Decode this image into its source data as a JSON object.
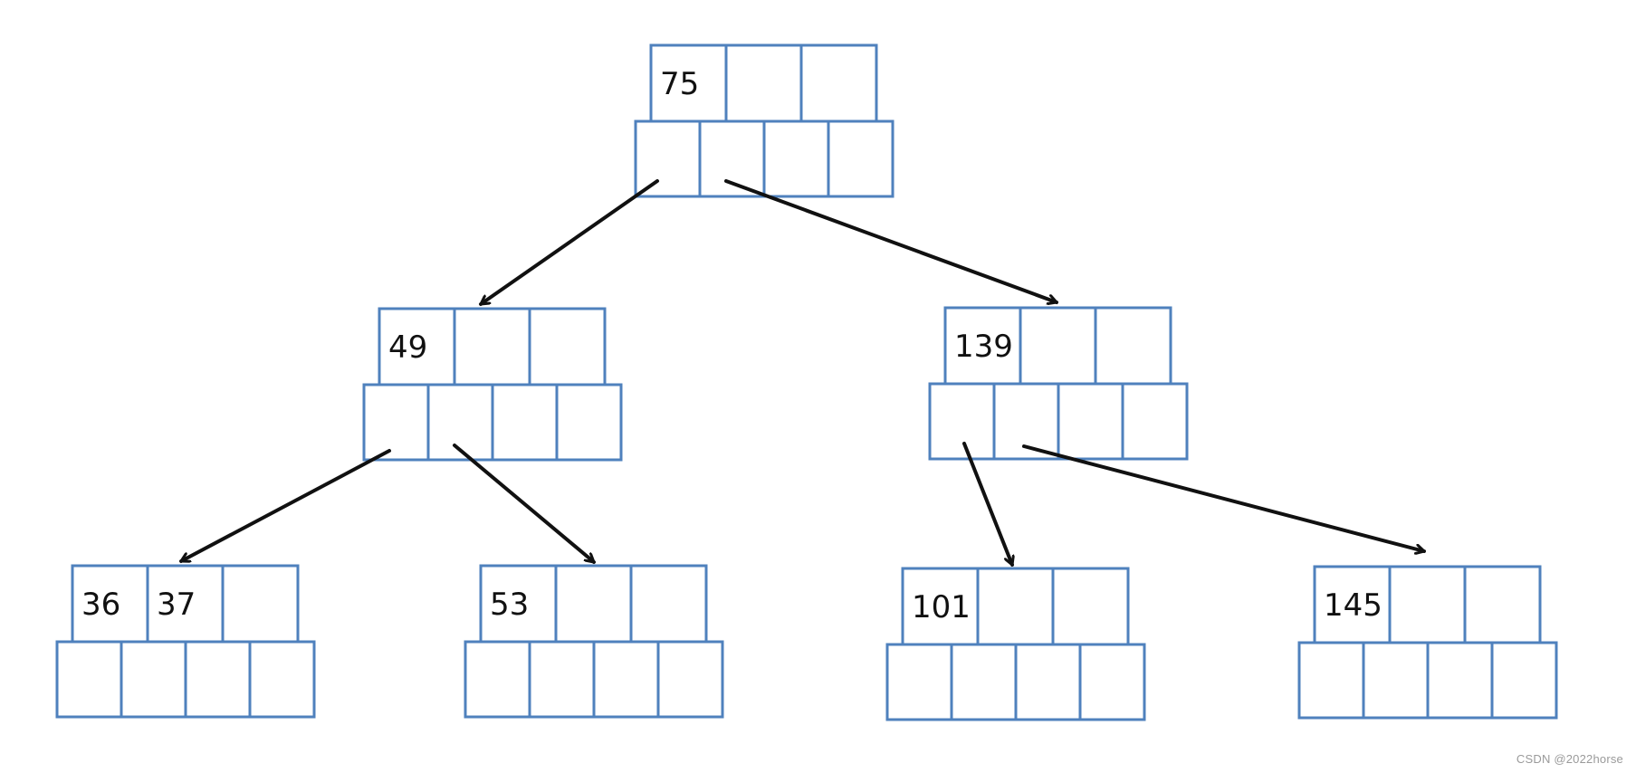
{
  "diagram": {
    "nodes": [
      {
        "id": "root",
        "keys": [
          "75",
          "",
          ""
        ]
      },
      {
        "id": "left",
        "keys": [
          "49",
          "",
          ""
        ]
      },
      {
        "id": "right",
        "keys": [
          "139",
          "",
          ""
        ]
      },
      {
        "id": "leaf-1",
        "keys": [
          "36",
          "37",
          ""
        ]
      },
      {
        "id": "leaf-2",
        "keys": [
          "53",
          "",
          ""
        ]
      },
      {
        "id": "leaf-3",
        "keys": [
          "101",
          "",
          ""
        ]
      },
      {
        "id": "leaf-4",
        "keys": [
          "145",
          "",
          ""
        ]
      }
    ],
    "edges": [
      {
        "from": "root",
        "to": "left"
      },
      {
        "from": "root",
        "to": "right"
      },
      {
        "from": "left",
        "to": "leaf-1"
      },
      {
        "from": "left",
        "to": "leaf-2"
      },
      {
        "from": "right",
        "to": "leaf-3"
      },
      {
        "from": "right",
        "to": "leaf-4"
      }
    ],
    "colors": {
      "box_stroke": "#4f81bd",
      "arrow": "#111111",
      "text": "#111111"
    }
  },
  "watermark": "CSDN @2022horse"
}
